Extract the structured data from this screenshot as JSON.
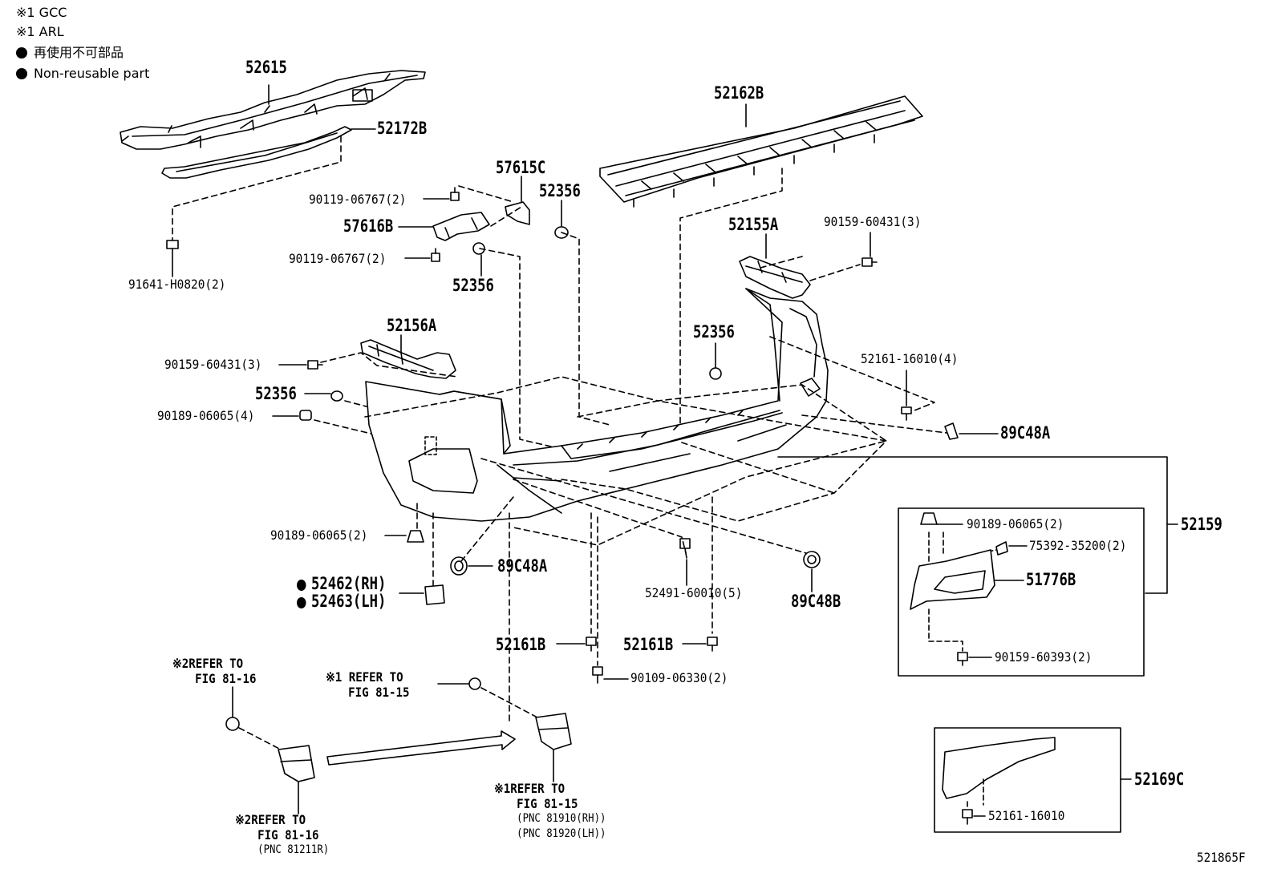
{
  "legend": {
    "note_gcc": "※1 GCC",
    "note_arl": "※1 ARL",
    "nonreusable_jp": "再使用不可部品",
    "nonreusable_en": "Non-reusable part",
    "bullet_icon": "filled-circle-icon"
  },
  "parts": {
    "p52615": "52615",
    "p52172B": "52172B",
    "p91641": "91641-H0820(2)",
    "p90119a": "90119-06767(2)",
    "p57616B": "57616B",
    "p90119b": "90119-06767(2)",
    "p52356a": "52356",
    "p57615C": "57615C",
    "p52356b": "52356",
    "p52162B": "52162B",
    "p52155A": "52155A",
    "p90159a": "90159-60431(3)",
    "p52156A": "52156A",
    "p90159b": "90159-60431(3)",
    "p52356c": "52356",
    "p90189a": "90189-06065(4)",
    "p52356d": "52356",
    "p52161a": "52161-16010(4)",
    "p89C48Aa": "89C48A",
    "p52159": "52159",
    "p90189b": "90189-06065(2)",
    "p89C48Ab": "89C48A",
    "p52462": "52462(RH)",
    "p52463": "52463(LH)",
    "p52491": "52491-60010(5)",
    "p89C48B": "89C48B",
    "p52161Ba": "52161B",
    "p52161Bb": "52161B",
    "p90109": "90109-06330(2)",
    "p90189c": "90189-06065(2)",
    "p75392": "75392-35200(2)",
    "p51776B": "51776B",
    "p90159c": "90159-60393(2)",
    "p52169C": "52169C",
    "p52161b": "52161-16010"
  },
  "refs": {
    "r1_l1": "※2REFER TO",
    "r1_l2": "FIG 81-16",
    "r2_l1": "※1 REFER TO",
    "r2_l2": "FIG 81-15",
    "r3_l1": "※2REFER TO",
    "r3_l2": "FIG 81-16",
    "r3_l3": "(PNC 81211R)",
    "r4_l1": "※1REFER TO",
    "r4_l2": "FIG 81-15",
    "r4_l3": "(PNC 81910(RH))",
    "r4_l4": "(PNC 81920(LH))"
  },
  "figure_id": "521865F"
}
